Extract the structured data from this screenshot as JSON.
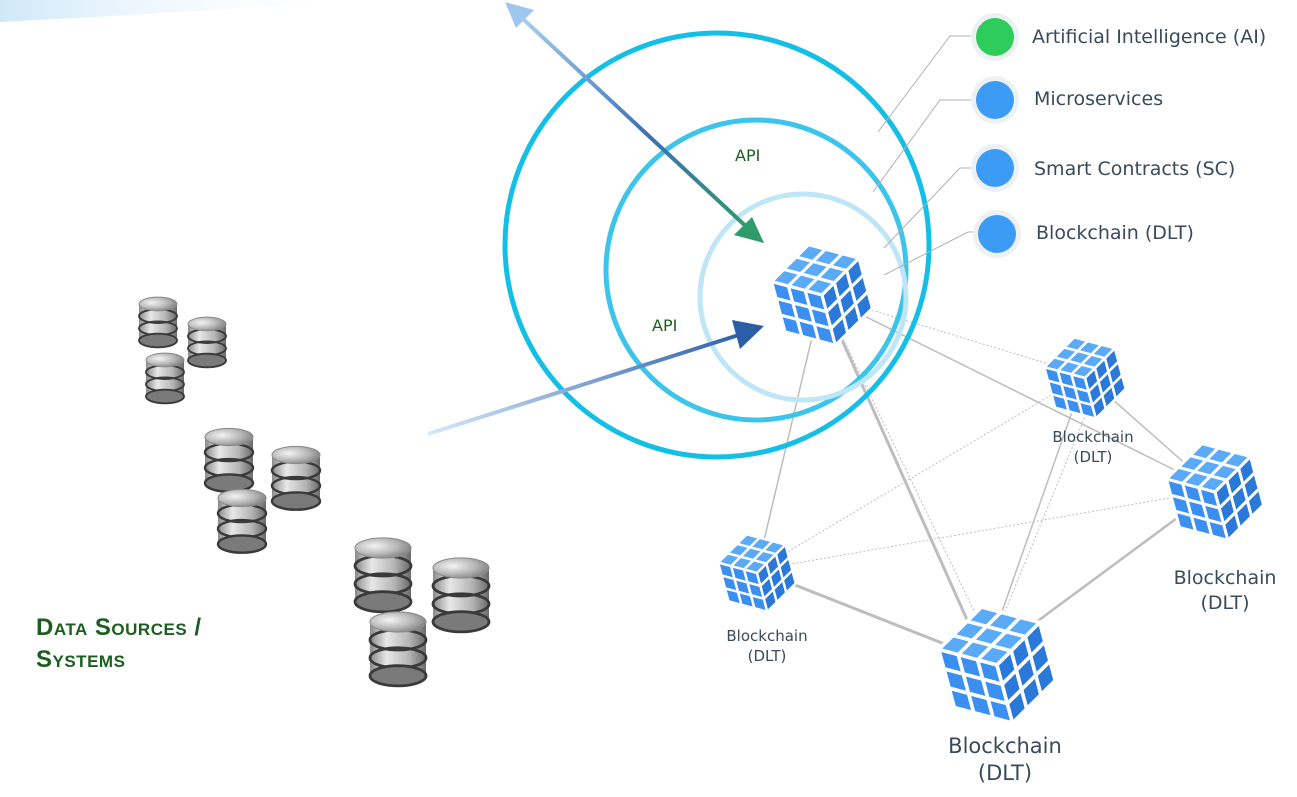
{
  "legend": [
    {
      "label": "Artificial Intelligence (AI)",
      "color": "#2ecc5b",
      "icon": "dot-green"
    },
    {
      "label": "Microservices",
      "color": "#3b9bf5",
      "icon": "dot-blue"
    },
    {
      "label": "Smart Contracts (SC)",
      "color": "#3b9bf5",
      "icon": "dot-blue"
    },
    {
      "label": "Blockchain (DLT)",
      "color": "#3b9bf5",
      "icon": "dot-blue"
    }
  ],
  "api_labels": [
    "API",
    "API"
  ],
  "nodes": [
    {
      "line1": "Blockchain",
      "line2": "(DLT)"
    },
    {
      "line1": "Blockchain",
      "line2": "(DLT)"
    },
    {
      "line1": "Blockchain",
      "line2": "(DLT)"
    },
    {
      "line1": "Blockchain",
      "line2": "(DLT)"
    }
  ],
  "data_sources": {
    "line1": "Data Sources /",
    "line2": "Systems"
  },
  "colors": {
    "ring_outer": "#14bfe6",
    "ring_middle": "#3cc4ea",
    "ring_inner": "#bfe6f7",
    "cube": "#3b8ff0",
    "cube_line": "#ffffff",
    "title_green": "#1b5e20",
    "arrow_green": "#2e9c6a",
    "arrow_blue": "#2c5ea8"
  }
}
